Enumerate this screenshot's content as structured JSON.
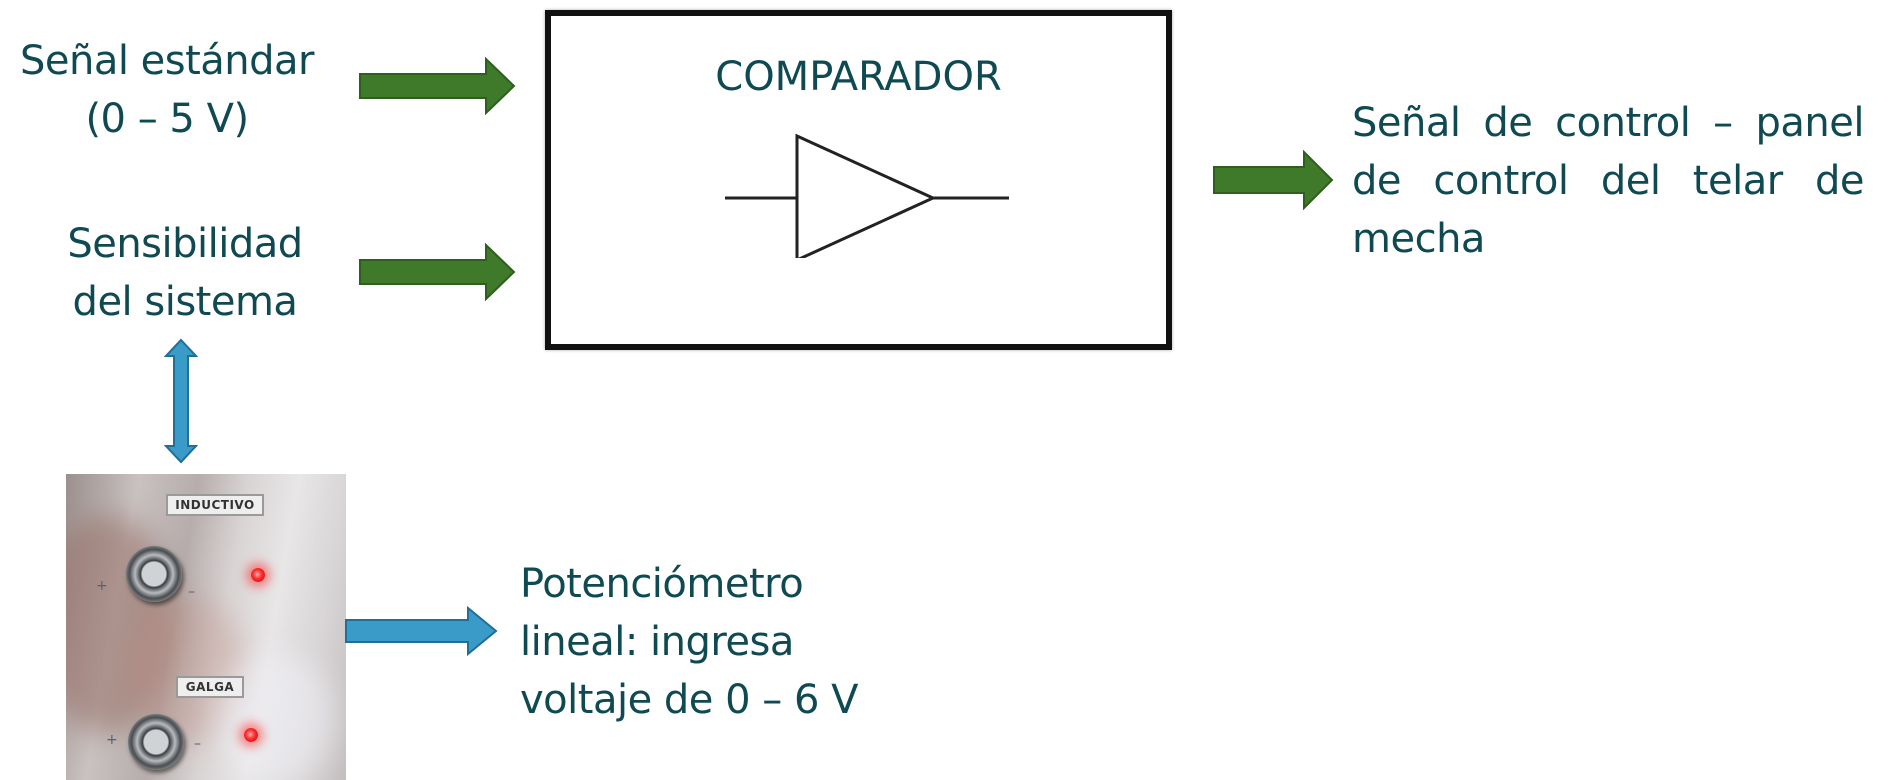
{
  "labels": {
    "senal_estandar": [
      "Señal estándar",
      "(0 – 5 V)"
    ],
    "sensibilidad": [
      "Sensibilidad",
      "del sistema"
    ],
    "potenciometro": [
      "Potenciómetro",
      "lineal: ingresa",
      "voltaje de 0 – 6 V"
    ],
    "senal_control": [
      "Señal de control – panel",
      "de control del telar de",
      "mecha"
    ]
  },
  "comparator": {
    "title": "COMPARADOR",
    "symbol": "op-amp-triangle"
  },
  "panel_photo": {
    "tag_top": "INDUCTIVO",
    "tag_bottom": "GALGA",
    "marks": [
      "+",
      "–",
      "+",
      "–"
    ]
  },
  "colors": {
    "text": "#0f4a52",
    "green_arrow": "#3f7a2a",
    "green_arrow_edge": "#2f5f1f",
    "blue_arrow": "#3a9ac8",
    "blue_arrow_edge": "#1f6f98",
    "box_border": "#111111"
  },
  "icons": {
    "input_arrow_top": "right-arrow-green",
    "input_arrow_bottom": "right-arrow-green",
    "output_arrow": "right-arrow-green",
    "vertical_arrow": "double-vertical-arrow-blue",
    "potentiometer_arrow": "right-arrow-blue"
  }
}
